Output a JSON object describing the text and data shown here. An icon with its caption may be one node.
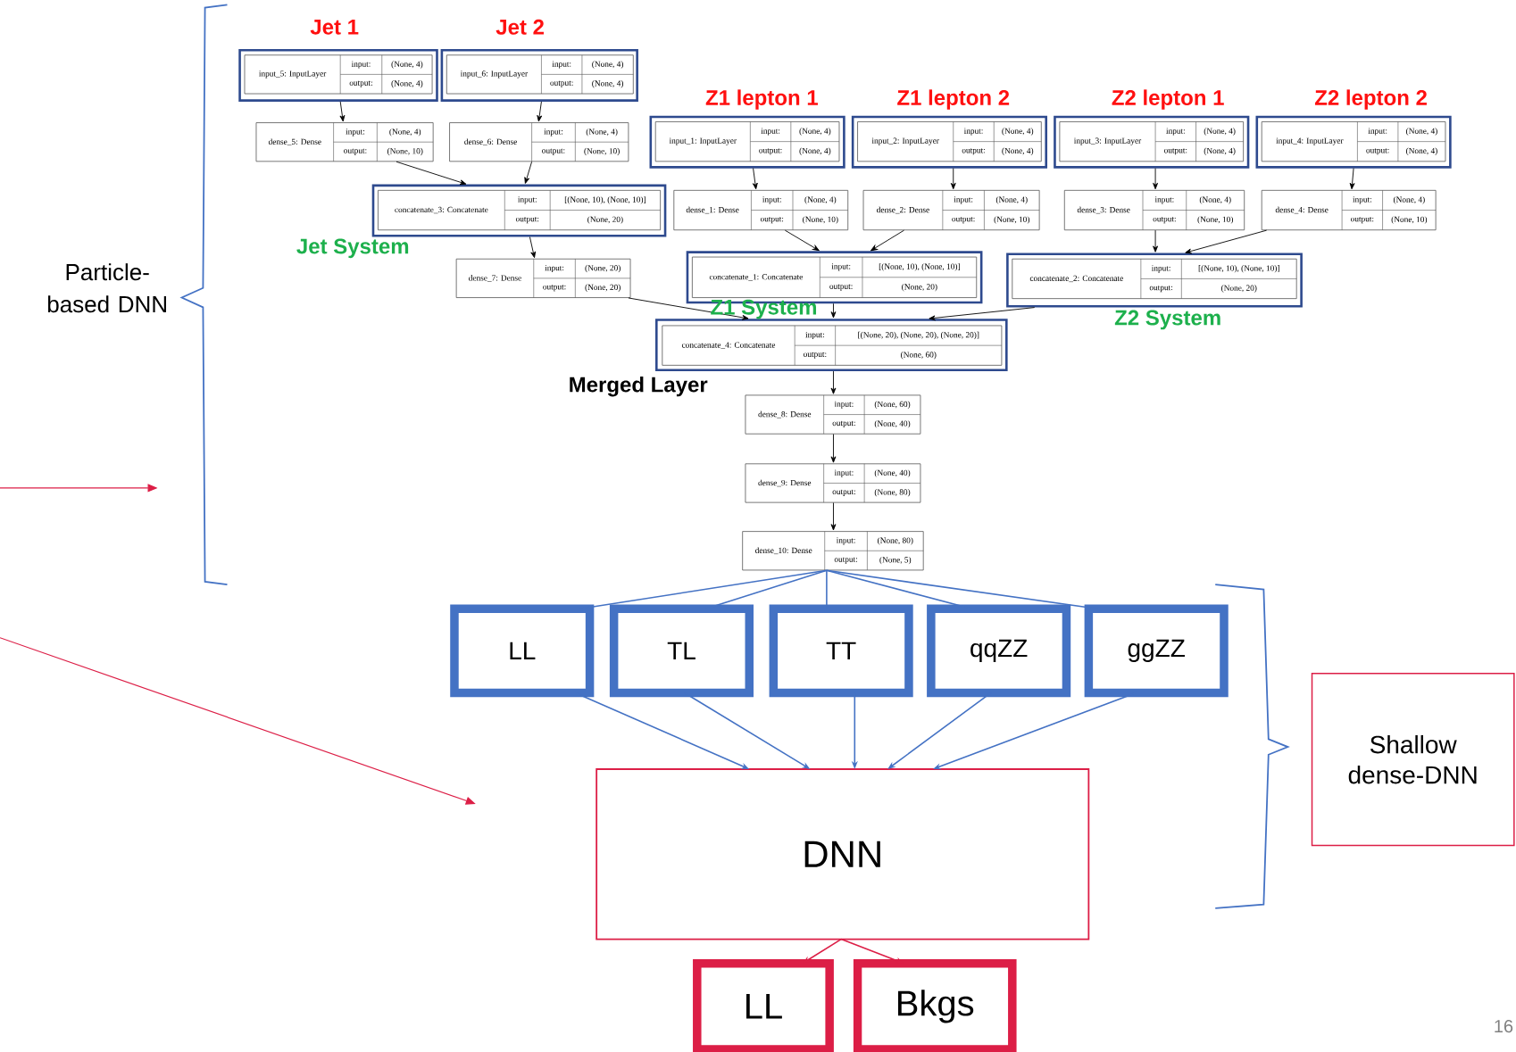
{
  "diagram": {
    "nodes": [
      {
        "text": [
          "input_5: InputLayer",
          "input:",
          "(None, 4)",
          "output:",
          "(None, 4)"
        ],
        "beside": [
          "Jet 1"
        ]
      },
      {
        "text": [
          "input_6: InputLayer",
          "input:",
          "(None, 4)",
          "output:",
          "(None, 4)"
        ],
        "beside": [
          "Jet 2"
        ]
      },
      {
        "text": [
          "input_1: InputLayer",
          "input:",
          "(None, 4)",
          "output:",
          "(None, 4)"
        ],
        "beside": [
          "Z1 lepton 1"
        ]
      },
      {
        "text": [
          "input_2: InputLayer",
          "input:",
          "(None, 4)",
          "output:",
          "(None, 4)"
        ],
        "beside": [
          "Z1 lepton 2"
        ]
      },
      {
        "text": [
          "input_3: InputLayer",
          "input:",
          "(None, 4)",
          "output:",
          "(None, 4)"
        ],
        "beside": [
          "Z2 lepton 1"
        ]
      },
      {
        "text": [
          "input_4: InputLayer",
          "input:",
          "(None, 4)",
          "output:",
          "(None, 4)"
        ],
        "beside": [
          "Z2 lepton 2"
        ]
      },
      {
        "text": [
          "dense_5: Dense",
          "input:",
          "(None, 4)",
          "output:",
          "(None, 10)"
        ]
      },
      {
        "text": [
          "dense_6: Dense",
          "input:",
          "(None, 4)",
          "output:",
          "(None, 10)"
        ]
      },
      {
        "text": [
          "dense_1: Dense",
          "input:",
          "(None, 4)",
          "output:",
          "(None, 10)"
        ]
      },
      {
        "text": [
          "dense_2: Dense",
          "input:",
          "(None, 4)",
          "output:",
          "(None, 10)"
        ]
      },
      {
        "text": [
          "dense_3: Dense",
          "input:",
          "(None, 4)",
          "output:",
          "(None, 10)"
        ]
      },
      {
        "text": [
          "dense_4: Dense",
          "input:",
          "(None, 4)",
          "output:",
          "(None, 10)"
        ]
      },
      {
        "text": [
          "concatenate_3: Concatenate",
          "input:",
          "[(None, 10), (None, 10)]",
          "output:",
          "(None, 20)"
        ],
        "beside": [
          "Jet System"
        ]
      },
      {
        "text": [
          "dense_7: Dense",
          "input:",
          "(None, 20)",
          "output:",
          "(None, 20)"
        ]
      },
      {
        "text": [
          "concatenate_1: Concatenate",
          "input:",
          "[(None, 10), (None, 10)]",
          "output:",
          "(None, 20)"
        ],
        "beside": [
          "Z1 System"
        ]
      },
      {
        "text": [
          "concatenate_2: Concatenate",
          "input:",
          "[(None, 10), (None, 10)]",
          "output:",
          "(None, 20)"
        ],
        "beside": [
          "Z2 System"
        ]
      },
      {
        "text": [
          "concatenate_4: Concatenate",
          "input:",
          "[(None, 20), (None, 20), (None, 20)]",
          "output:",
          "(None, 60)"
        ],
        "beside": [
          "Merged Layer"
        ]
      },
      {
        "text": [
          "dense_8: Dense",
          "input:",
          "(None, 60)",
          "output:",
          "(None, 40)"
        ]
      },
      {
        "text": [
          "dense_9: Dense",
          "input:",
          "(None, 40)",
          "output:",
          "(None, 80)"
        ]
      },
      {
        "text": [
          "dense_10: Dense",
          "input:",
          "(None, 80)",
          "output:",
          "(None, 5)"
        ]
      },
      {
        "text": [
          "LL"
        ]
      },
      {
        "text": [
          "TL"
        ]
      },
      {
        "text": [
          "TT"
        ]
      },
      {
        "text": [
          "qqZZ"
        ]
      },
      {
        "text": [
          "ggZZ"
        ]
      },
      {
        "text": [
          "Shallow dense-DNN"
        ]
      },
      {
        "text": [
          "DNN"
        ]
      },
      {
        "text": [
          "LL"
        ]
      },
      {
        "text": [
          "Bkgs"
        ]
      }
    ],
    "edges": [
      {
        "from": 0,
        "to": 6,
        "arrow": "to"
      },
      {
        "from": 1,
        "to": 7,
        "arrow": "to"
      },
      {
        "from": 2,
        "to": 8,
        "arrow": "to"
      },
      {
        "from": 3,
        "to": 9,
        "arrow": "to"
      },
      {
        "from": 4,
        "to": 10,
        "arrow": "to"
      },
      {
        "from": 5,
        "to": 11,
        "arrow": "to"
      },
      {
        "from": 6,
        "to": 12,
        "arrow": "to"
      },
      {
        "from": 7,
        "to": 12,
        "arrow": "to"
      },
      {
        "from": 8,
        "to": 14,
        "arrow": "to"
      },
      {
        "from": 9,
        "to": 14,
        "arrow": "to"
      },
      {
        "from": 10,
        "to": 15,
        "arrow": "to"
      },
      {
        "from": 11,
        "to": 15,
        "arrow": "to"
      },
      {
        "from": 12,
        "to": 13,
        "arrow": "to"
      },
      {
        "from": 13,
        "to": 16,
        "arrow": "to"
      },
      {
        "from": 14,
        "to": 16,
        "arrow": "to"
      },
      {
        "from": 15,
        "to": 16,
        "arrow": "to"
      },
      {
        "from": 16,
        "to": 17,
        "arrow": "to"
      },
      {
        "from": 17,
        "to": 18,
        "arrow": "to"
      },
      {
        "from": 18,
        "to": 19,
        "arrow": "to"
      },
      {
        "from": 19,
        "to": 20,
        "arrow": "none",
        "color": "#4472c4"
      },
      {
        "from": 19,
        "to": 21,
        "arrow": "none",
        "color": "#4472c4"
      },
      {
        "from": 19,
        "to": 22,
        "arrow": "none",
        "color": "#4472c4"
      },
      {
        "from": 19,
        "to": 23,
        "arrow": "none",
        "color": "#4472c4"
      },
      {
        "from": 19,
        "to": 24,
        "arrow": "none",
        "color": "#4472c4"
      },
      {
        "from": 20,
        "to": 26,
        "arrow": "to",
        "color": "#4472c4"
      },
      {
        "from": 21,
        "to": 26,
        "arrow": "to",
        "color": "#4472c4"
      },
      {
        "from": 22,
        "to": 26,
        "arrow": "to",
        "color": "#4472c4"
      },
      {
        "from": 23,
        "to": 26,
        "arrow": "to",
        "color": "#4472c4"
      },
      {
        "from": 24,
        "to": 26,
        "arrow": "to",
        "color": "#4472c4"
      },
      {
        "from": 26,
        "to": 27,
        "arrow": "to",
        "color": "#dc1e46"
      },
      {
        "from": 26,
        "to": 28,
        "arrow": "to",
        "color": "#dc1e46"
      }
    ],
    "labels": [
      "Particle-based DNN",
      "16"
    ]
  }
}
